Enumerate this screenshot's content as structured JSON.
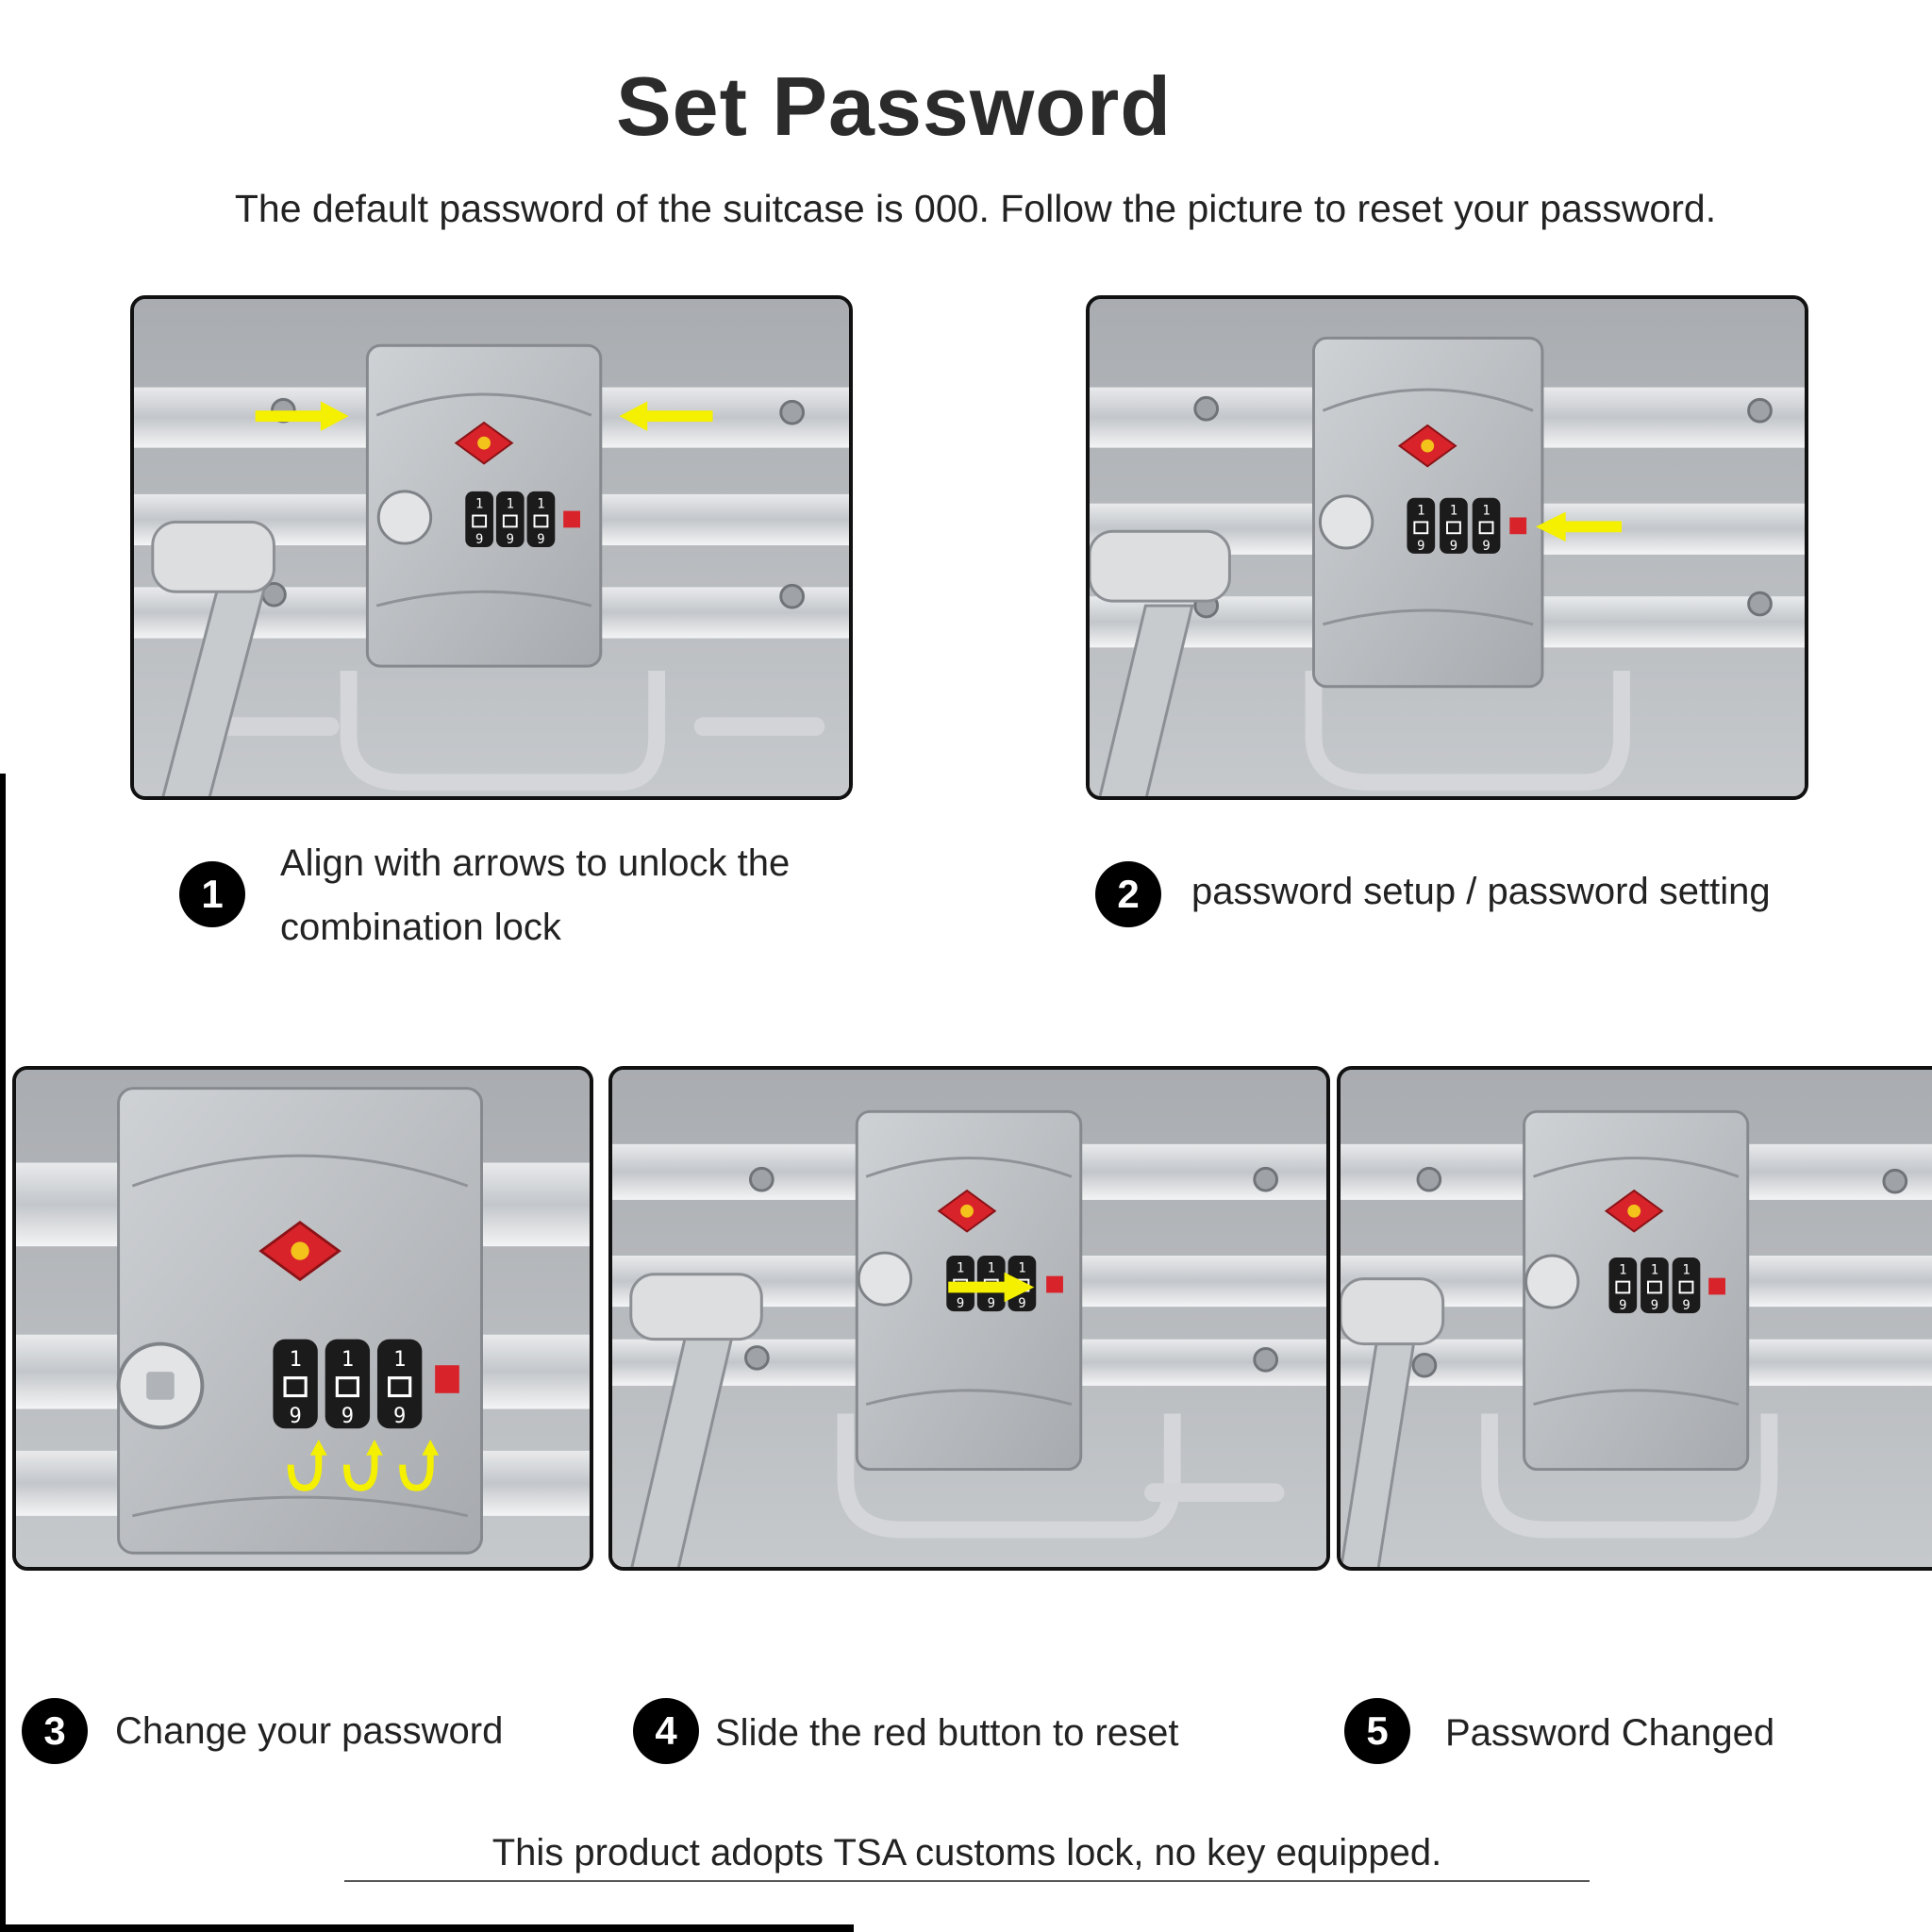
{
  "title": "Set Password",
  "subtitle": "The default password of the suitcase is 000. Follow the picture to reset your password.",
  "steps": [
    {
      "number": "1",
      "line1": "Align with arrows to unlock the",
      "line2": "combination lock"
    },
    {
      "number": "2",
      "text": "password setup / password setting"
    },
    {
      "number": "3",
      "text": "Change your password"
    },
    {
      "number": "4",
      "text": "Slide the red button to reset"
    },
    {
      "number": "5",
      "text": "Password Changed"
    }
  ],
  "footer": "This product adopts TSA customs lock, no key equipped.",
  "colors": {
    "arrow": "#f4f000",
    "lock_button": "#d8232a",
    "tsa_mark": "#d8232a",
    "badge": "#000000"
  }
}
